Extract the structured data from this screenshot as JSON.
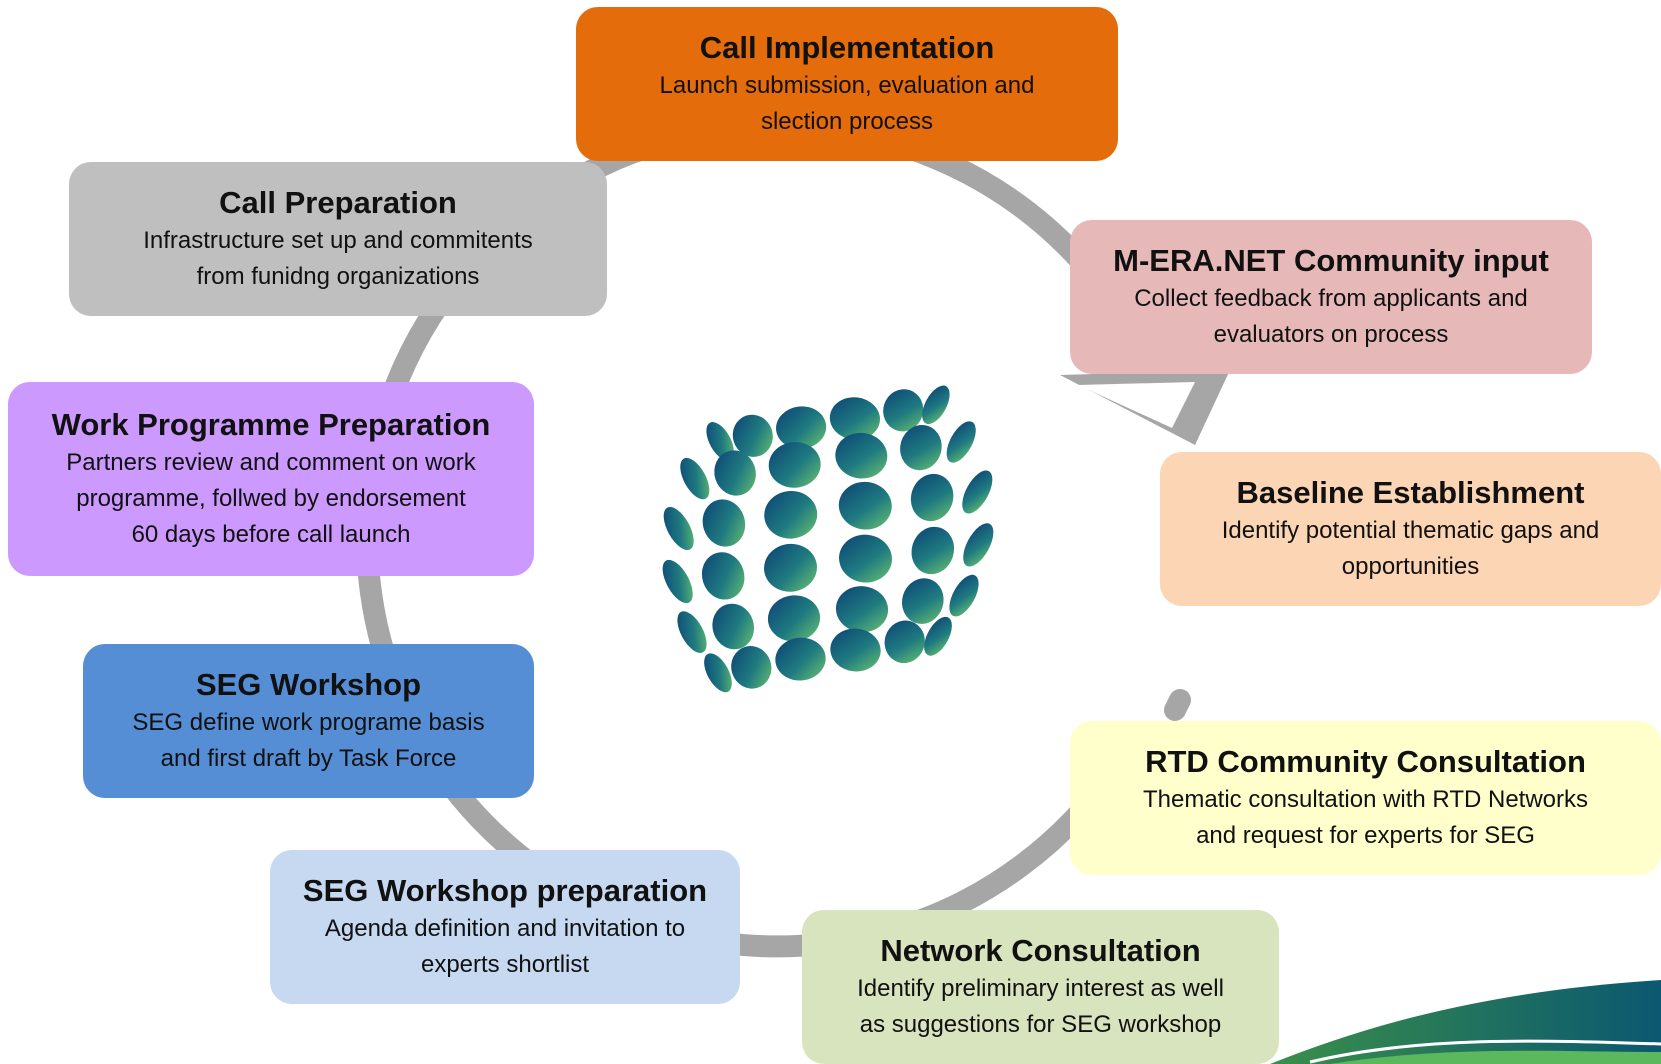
{
  "steps": [
    {
      "id": "call-implementation",
      "title": "Call Implementation",
      "desc_line1": "Launch  submission, evaluation and",
      "desc_line2": "slection process",
      "color": "#e46c0a"
    },
    {
      "id": "call-preparation",
      "title": "Call Preparation",
      "desc_line1": "Infrastructure set up and commitents",
      "desc_line2": "from funidng organizations",
      "color": "#bfbfbf"
    },
    {
      "id": "community-input",
      "title": "M-ERA.NET Community input",
      "desc_line1": "Collect feedback from applicants and",
      "desc_line2": "evaluators  on process",
      "color": "#e6b9b8"
    },
    {
      "id": "baseline",
      "title": "Baseline Establishment",
      "desc_line1": "Identify potential thematic gaps and",
      "desc_line2": "opportunities",
      "color": "#fcd5b5"
    },
    {
      "id": "work-programme",
      "title": "Work Programme Preparation",
      "desc_line1": "Partners review and comment on work",
      "desc_line2": "programme, follwed by endorsement",
      "desc_line3": "60 days before call launch",
      "color": "#cc99ff"
    },
    {
      "id": "seg-workshop",
      "title": "SEG Workshop",
      "desc_line1": "SEG define work programe basis",
      "desc_line2": "and first draft by Task Force",
      "color": "#558ed5"
    },
    {
      "id": "rtd-consultation",
      "title": "RTD Community Consultation",
      "desc_line1": "Thematic consultation with RTD Networks",
      "desc_line2": "and request for experts for SEG",
      "color": "#ffffcc"
    },
    {
      "id": "seg-workshop-prep",
      "title": "SEG Workshop preparation",
      "desc_line1": "Agenda  definition and invitation to",
      "desc_line2": "experts shortlist",
      "color": "#c6d9f1"
    },
    {
      "id": "network-consultation",
      "title": "Network Consultation",
      "desc_line1": "Identify preliminary interest as well",
      "desc_line2": "as suggestions for SEG workshop",
      "color": "#d7e4bd"
    }
  ],
  "colors": {
    "cycle_arrow": "#a6a6a6",
    "logo_dark": "#0b4f7a",
    "logo_light": "#66bb6a",
    "wave": "#0e5a73"
  },
  "icons": [
    "globe-dots-logo",
    "cycle-arrow",
    "corner-wave"
  ]
}
